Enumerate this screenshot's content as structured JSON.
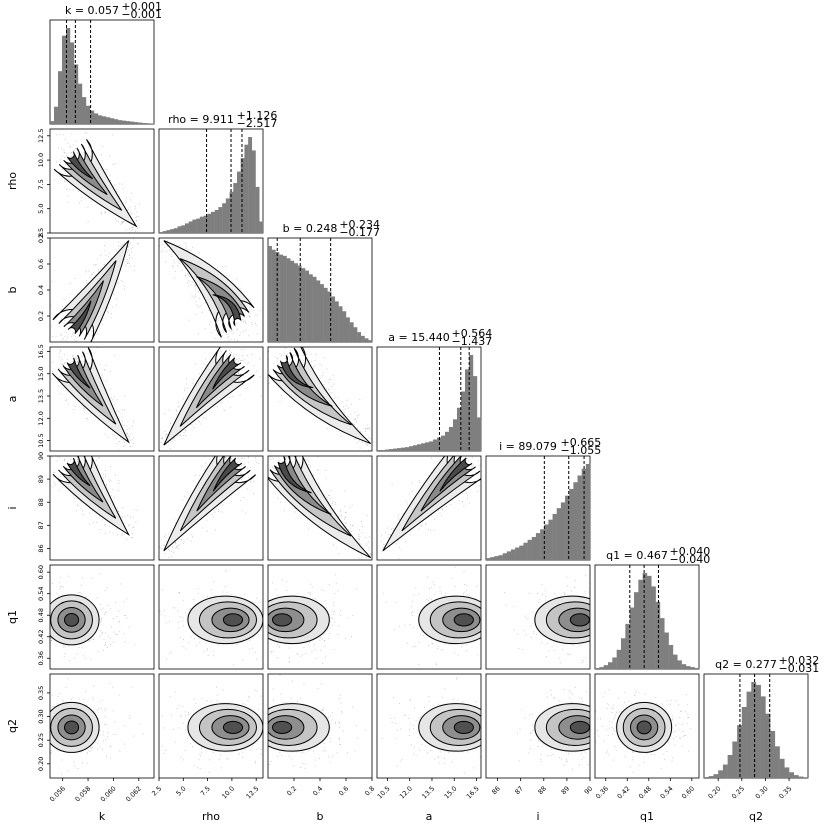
{
  "chart_data": {
    "type": "corner",
    "parameters": [
      {
        "name": "k",
        "label": "k",
        "range": [
          0.055,
          0.0632
        ],
        "ticks": [
          0.056,
          0.058,
          0.06,
          0.062
        ],
        "tick_labels": [
          "0.056",
          "0.058",
          "0.060",
          "0.062"
        ],
        "median": 0.057,
        "err_plus": 0.001,
        "err_minus": 0.001,
        "title_main": "k = 0.057",
        "title_plus": "+0.001",
        "title_minus": "−0.001",
        "quantiles": [
          0.0563,
          0.057,
          0.0582
        ]
      },
      {
        "name": "rho",
        "label": "rho",
        "range": [
          2.5,
          13.2
        ],
        "ticks": [
          2.5,
          5.0,
          7.5,
          10.0,
          12.5
        ],
        "tick_labels": [
          "2.5",
          "5.0",
          "7.5",
          "10.0",
          "12.5"
        ],
        "median": 9.911,
        "err_plus": 1.126,
        "err_minus": 2.517,
        "title_main": "rho = 9.911",
        "title_plus": "+1.126",
        "title_minus": "−2.517",
        "quantiles": [
          7.394,
          9.911,
          11.037
        ]
      },
      {
        "name": "b",
        "label": "b",
        "range": [
          0.0,
          0.8
        ],
        "ticks": [
          0.2,
          0.4,
          0.6,
          0.8
        ],
        "tick_labels": [
          "0.2",
          "0.4",
          "0.6",
          "0.8"
        ],
        "median": 0.248,
        "err_plus": 0.234,
        "err_minus": 0.177,
        "title_main": "b = 0.248",
        "title_plus": "+0.234",
        "title_minus": "−0.177",
        "quantiles": [
          0.071,
          0.248,
          0.482
        ]
      },
      {
        "name": "a",
        "label": "a",
        "range": [
          9.8,
          16.8
        ],
        "ticks": [
          10.5,
          12.0,
          13.5,
          15.0,
          16.5
        ],
        "tick_labels": [
          "10.5",
          "12.0",
          "13.5",
          "15.0",
          "16.5"
        ],
        "median": 15.44,
        "err_plus": 0.564,
        "err_minus": 1.437,
        "title_main": "a = 15.440",
        "title_plus": "+0.564",
        "title_minus": "−1.437",
        "quantiles": [
          14.003,
          15.44,
          16.004
        ]
      },
      {
        "name": "i",
        "label": "i",
        "range": [
          85.5,
          90.0
        ],
        "ticks": [
          86,
          87,
          88,
          89,
          90
        ],
        "tick_labels": [
          "86",
          "87",
          "88",
          "89",
          "90"
        ],
        "median": 89.079,
        "err_plus": 0.665,
        "err_minus": 1.055,
        "title_main": "i = 89.079",
        "title_plus": "+0.665",
        "title_minus": "−1.055",
        "quantiles": [
          88.024,
          89.079,
          89.744
        ]
      },
      {
        "name": "q1",
        "label": "q1",
        "range": [
          0.33,
          0.62
        ],
        "ticks": [
          0.36,
          0.42,
          0.48,
          0.54,
          0.6
        ],
        "tick_labels": [
          "0.36",
          "0.42",
          "0.48",
          "0.54",
          "0.60"
        ],
        "median": 0.467,
        "err_plus": 0.04,
        "err_minus": 0.04,
        "title_main": "q1 = 0.467",
        "title_plus": "+0.040",
        "title_minus": "−0.040",
        "quantiles": [
          0.427,
          0.467,
          0.507
        ]
      },
      {
        "name": "q2",
        "label": "q2",
        "range": [
          0.17,
          0.39
        ],
        "ticks": [
          0.2,
          0.25,
          0.3,
          0.35
        ],
        "tick_labels": [
          "0.20",
          "0.25",
          "0.30",
          "0.35"
        ],
        "median": 0.277,
        "err_plus": 0.032,
        "err_minus": 0.031,
        "title_main": "q2 = 0.277",
        "title_plus": "+0.032",
        "title_minus": "−0.031",
        "quantiles": [
          0.246,
          0.277,
          0.309
        ]
      }
    ],
    "histograms": {
      "k": [
        0.03,
        0.18,
        0.55,
        0.92,
        1.0,
        0.85,
        0.62,
        0.42,
        0.28,
        0.19,
        0.14,
        0.11,
        0.09,
        0.08,
        0.07,
        0.06,
        0.05,
        0.04,
        0.035,
        0.03,
        0.025,
        0.02,
        0.015,
        0.01,
        0.008,
        0.005
      ],
      "rho": [
        0.01,
        0.02,
        0.03,
        0.04,
        0.05,
        0.07,
        0.08,
        0.1,
        0.12,
        0.14,
        0.15,
        0.17,
        0.18,
        0.2,
        0.22,
        0.24,
        0.27,
        0.31,
        0.36,
        0.43,
        0.52,
        0.64,
        0.78,
        0.92,
        1.0,
        0.86,
        0.48,
        0.12
      ],
      "b": [
        0.78,
        0.75,
        0.73,
        0.71,
        0.7,
        0.68,
        0.66,
        0.64,
        0.62,
        0.6,
        0.58,
        0.55,
        0.53,
        0.5,
        0.47,
        0.44,
        0.41,
        0.37,
        0.33,
        0.29,
        0.25,
        0.2,
        0.16,
        0.12,
        0.08,
        0.05,
        0.03,
        0.015
      ],
      "a": [
        0.01,
        0.01,
        0.015,
        0.02,
        0.025,
        0.03,
        0.035,
        0.04,
        0.05,
        0.06,
        0.07,
        0.08,
        0.09,
        0.1,
        0.12,
        0.14,
        0.16,
        0.2,
        0.25,
        0.33,
        0.45,
        0.62,
        0.85,
        1.0,
        0.78,
        0.35
      ],
      "i": [
        0.02,
        0.03,
        0.04,
        0.05,
        0.07,
        0.09,
        0.11,
        0.13,
        0.15,
        0.18,
        0.21,
        0.24,
        0.28,
        0.32,
        0.37,
        0.42,
        0.48,
        0.54,
        0.6,
        0.67,
        0.74,
        0.81,
        0.88,
        0.95,
        1.0
      ],
      "q1": [
        0.01,
        0.02,
        0.04,
        0.07,
        0.12,
        0.2,
        0.32,
        0.47,
        0.64,
        0.8,
        0.93,
        1.0,
        0.97,
        0.86,
        0.7,
        0.53,
        0.38,
        0.25,
        0.15,
        0.09,
        0.05,
        0.03,
        0.02,
        0.01
      ],
      "q2": [
        0.01,
        0.02,
        0.04,
        0.08,
        0.14,
        0.24,
        0.38,
        0.55,
        0.74,
        0.9,
        1.0,
        0.97,
        0.85,
        0.67,
        0.49,
        0.33,
        0.2,
        0.11,
        0.06,
        0.03,
        0.015,
        0.008
      ]
    },
    "pair_modes": [
      {
        "row": 1,
        "col": 0,
        "kind": "anticorr",
        "peak": [
          0.0566,
          10.6
        ],
        "tail": [
          0.0618,
          3.2
        ]
      },
      {
        "row": 2,
        "col": 0,
        "kind": "corr",
        "peak": [
          0.0567,
          0.08
        ],
        "tail": [
          0.0612,
          0.78
        ]
      },
      {
        "row": 2,
        "col": 1,
        "kind": "arc",
        "peak": [
          10.6,
          0.15
        ],
        "tail": [
          3.0,
          0.78
        ]
      },
      {
        "row": 3,
        "col": 0,
        "kind": "anticorr",
        "peak": [
          0.0566,
          15.9
        ],
        "tail": [
          0.0612,
          10.4
        ]
      },
      {
        "row": 3,
        "col": 1,
        "kind": "corr",
        "peak": [
          10.6,
          15.9
        ],
        "tail": [
          3.0,
          10.2
        ]
      },
      {
        "row": 3,
        "col": 2,
        "kind": "arc",
        "peak": [
          0.12,
          16.0
        ],
        "tail": [
          0.79,
          10.3
        ]
      },
      {
        "row": 4,
        "col": 0,
        "kind": "anticorr",
        "peak": [
          0.0566,
          89.8
        ],
        "tail": [
          0.0612,
          86.6
        ]
      },
      {
        "row": 4,
        "col": 1,
        "kind": "corr",
        "peak": [
          10.7,
          89.8
        ],
        "tail": [
          3.0,
          85.9
        ]
      },
      {
        "row": 4,
        "col": 2,
        "kind": "arc",
        "peak": [
          0.1,
          89.85
        ],
        "tail": [
          0.79,
          85.6
        ]
      },
      {
        "row": 4,
        "col": 3,
        "kind": "corr",
        "peak": [
          16.0,
          89.8
        ],
        "tail": [
          10.2,
          85.9
        ]
      },
      {
        "row": 5,
        "col": 0,
        "kind": "blob",
        "peak": [
          0.0567,
          0.467
        ]
      },
      {
        "row": 5,
        "col": 1,
        "kind": "blob_left",
        "peak": [
          10.2,
          0.467
        ]
      },
      {
        "row": 5,
        "col": 2,
        "kind": "blob_right",
        "peak": [
          0.1,
          0.467
        ]
      },
      {
        "row": 5,
        "col": 3,
        "kind": "blob_left",
        "peak": [
          15.7,
          0.467
        ]
      },
      {
        "row": 5,
        "col": 4,
        "kind": "blob_left",
        "peak": [
          89.6,
          0.467
        ]
      },
      {
        "row": 6,
        "col": 0,
        "kind": "blob",
        "peak": [
          0.0567,
          0.277
        ]
      },
      {
        "row": 6,
        "col": 1,
        "kind": "blob_left",
        "peak": [
          10.2,
          0.277
        ]
      },
      {
        "row": 6,
        "col": 2,
        "kind": "blob_right",
        "peak": [
          0.1,
          0.277
        ]
      },
      {
        "row": 6,
        "col": 3,
        "kind": "blob_left",
        "peak": [
          15.7,
          0.277
        ]
      },
      {
        "row": 6,
        "col": 4,
        "kind": "blob_left",
        "peak": [
          89.6,
          0.277
        ]
      },
      {
        "row": 6,
        "col": 5,
        "kind": "blob",
        "peak": [
          0.467,
          0.277
        ]
      }
    ],
    "colors": {
      "histogram_fill": "#7f7f7f",
      "contour": "#000000",
      "scatter": "#555555",
      "quantile_line": "#000000"
    }
  }
}
